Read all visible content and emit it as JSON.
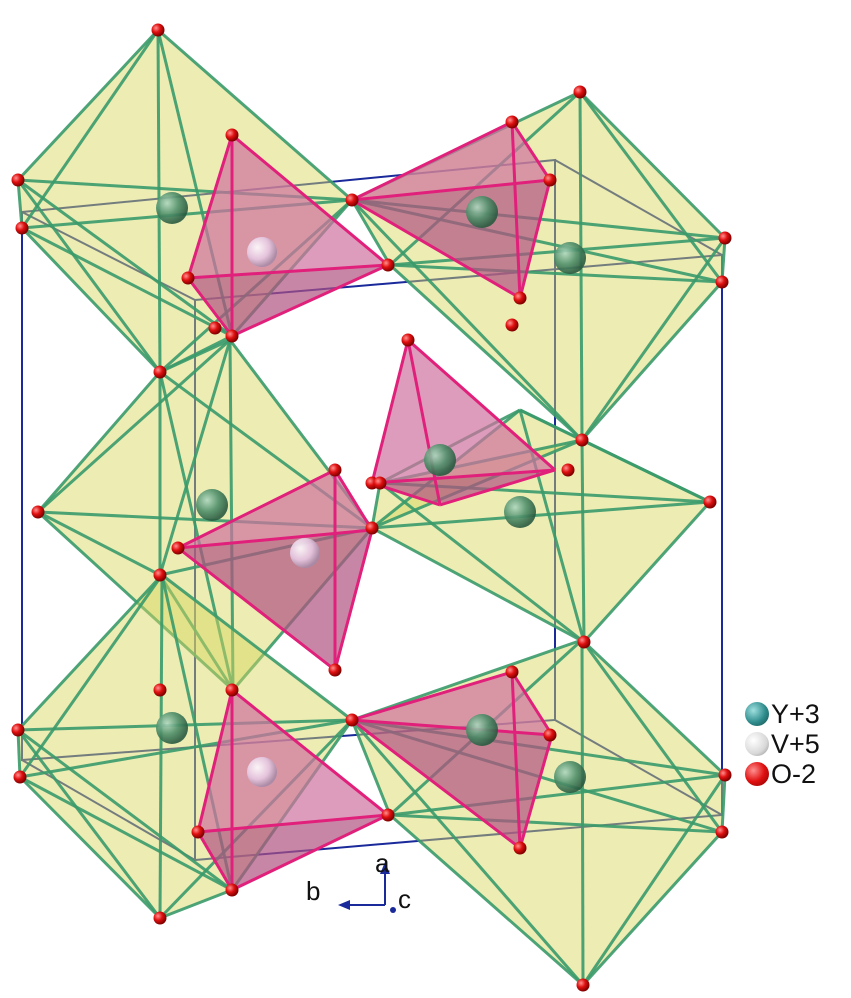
{
  "legend": {
    "items": [
      {
        "label": "Y+3",
        "color": "#2f8c8c",
        "name": "legend-y"
      },
      {
        "label": "V+5",
        "color": "#d8d8d8",
        "name": "legend-v"
      },
      {
        "label": "O-2",
        "color": "#e01010",
        "name": "legend-o"
      }
    ]
  },
  "axes": {
    "a_label": "a",
    "b_label": "b",
    "c_label": "c"
  },
  "colors": {
    "octahedron_fill": "#d8d860",
    "octahedron_edge": "#3a9a6a",
    "tetrahedron_fill": "#d070a0",
    "tetrahedron_edge": "#e0207a",
    "cell_edge": "#1a2a9a",
    "oxygen": "#e01010",
    "yttrium": "#3f8f6f",
    "vanadium": "#e8d0e4"
  }
}
